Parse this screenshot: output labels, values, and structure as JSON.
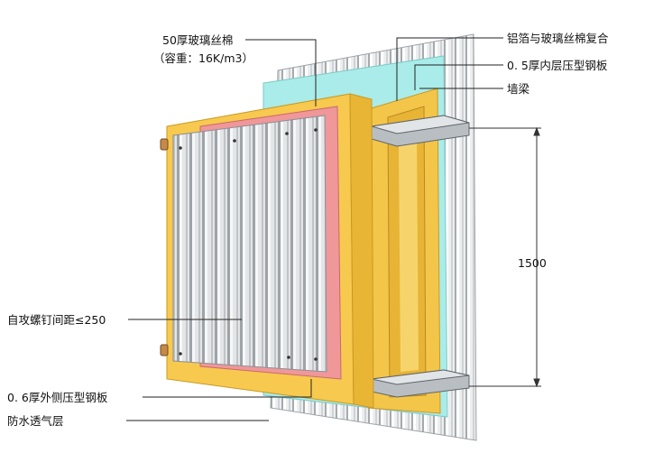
{
  "labels": {
    "glass_wool": "50厚玻璃丝棉",
    "glass_wool_density": "（容重：16K/m3）",
    "foil_composite": "铝箔与玻璃丝棉复合",
    "inner_panel": "0. 5厚内层压型钢板",
    "wall_beam": "墙梁",
    "dimension": "1500",
    "screw_spacing": "自攻螺钉间距≤250",
    "outer_panel": "0. 6厚外侧压型钢板",
    "membrane": "防水透气层"
  },
  "colors": {
    "glass_wool": "#f7c94e",
    "membrane": "#f0979a",
    "inner_foil": "#a9ece9",
    "steel": "#d9dcdf",
    "line": "#333333"
  }
}
